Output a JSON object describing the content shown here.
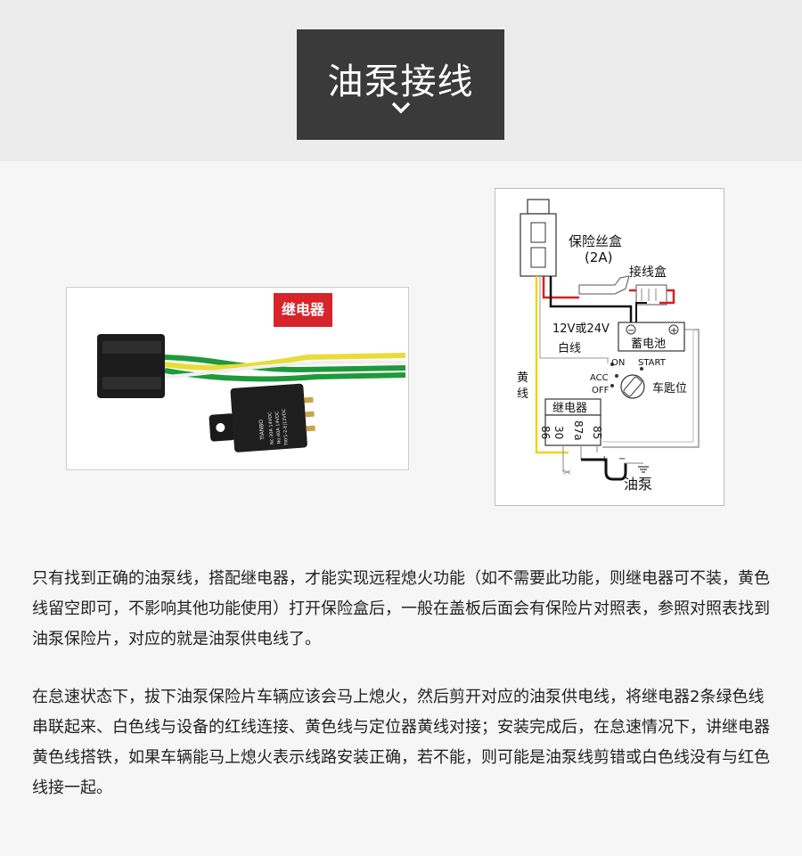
{
  "header": {
    "title": "油泵接线"
  },
  "photo": {
    "badge": "继电器",
    "relay_label_lines": [
      "TIANBO",
      "Nc:30A 14VDC",
      "No:40A 14VDC",
      "TRY1-2-E|12VDC"
    ]
  },
  "diagram": {
    "fuse_box": "保险丝盒",
    "fuse_rating": "(2A)",
    "junction_box": "接线盒",
    "voltage": "12V或24V",
    "battery": "蓄电池",
    "minus": "−",
    "plus": "+",
    "white_wire": "白线",
    "yellow_wire_1": "黄",
    "yellow_wire_2": "线",
    "on": "ON",
    "start": "START",
    "acc": "ACC",
    "off": "OFF",
    "key_position": "车匙位",
    "relay": "继电器",
    "pins": [
      "86",
      "30",
      "87a",
      "85"
    ],
    "pump_plus": "+",
    "pump_minus": "−",
    "fuel_pump": "油泵",
    "colors": {
      "red": "#d81f1f",
      "yellow": "#f2d21b",
      "black": "#111111",
      "gray": "#888888"
    }
  },
  "text": {
    "p1": "只有找到正确的油泵线，搭配继电器，才能实现远程熄火功能（如不需要此功能，则继电器可不装，黄色线留空即可，不影响其他功能使用）打开保险盒后，一般在盖板后面会有保险片对照表，参照对照表找到油泵保险片，对应的就是油泵供电线了。",
    "p2": "在怠速状态下，拔下油泵保险片车辆应该会马上熄火，然后剪开对应的油泵供电线，将继电器2条绿色线串联起来、白色线与设备的红线连接、黄色线与定位器黄线对接；安装完成后，在怠速情况下，讲继电器黄色线搭铁，如果车辆能马上熄火表示线路安装正确，若不能，则可能是油泵线剪错或白色线没有与红色线接一起。"
  }
}
